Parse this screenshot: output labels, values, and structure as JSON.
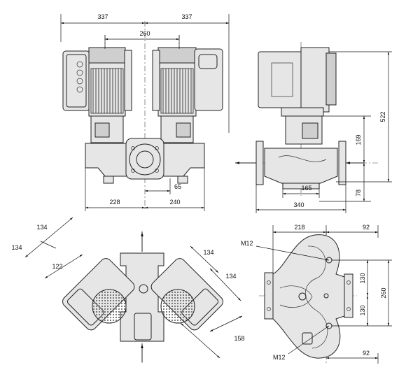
{
  "front_view": {
    "top_left": "337",
    "top_right": "337",
    "center": "260",
    "offset": "65",
    "bottom_left": "228",
    "bottom_right": "240"
  },
  "side_view": {
    "total_height": "522",
    "upper": "169",
    "lower": "78",
    "inner_width": "165",
    "total_width": "340"
  },
  "top_view": {
    "diag_a": "134",
    "diag_b": "134",
    "diag_c": "122",
    "diag_d": "134",
    "diag_e": "134",
    "diag_f": "158"
  },
  "base_view": {
    "width": "218",
    "right_top": "92",
    "right_bottom": "92",
    "half_top": "130",
    "half_bottom": "130",
    "total": "260",
    "bolt_top": "M12",
    "bolt_bottom": "M12"
  }
}
